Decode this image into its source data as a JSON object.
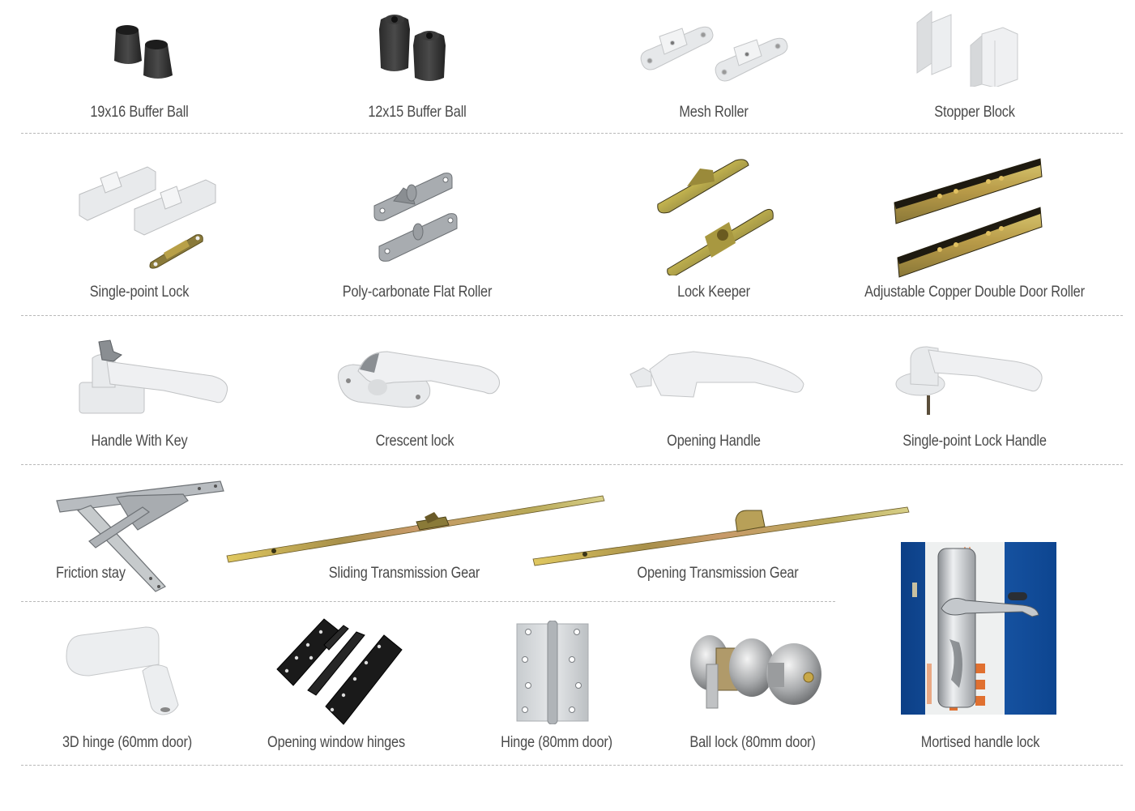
{
  "catalog": {
    "rows": [
      {
        "items": [
          {
            "label": "19x16 Buffer Ball",
            "icon": "buffer-ball-icon"
          },
          {
            "label": "12x15 Buffer Ball",
            "icon": "buffer-ball-icon"
          },
          {
            "label": "Mesh Roller",
            "icon": "mesh-roller-icon"
          },
          {
            "label": "Stopper Block",
            "icon": "stopper-block-icon"
          }
        ]
      },
      {
        "items": [
          {
            "label": "Single-point Lock",
            "icon": "single-point-lock-icon"
          },
          {
            "label": "Poly-carbonate Flat Roller",
            "icon": "flat-roller-icon"
          },
          {
            "label": "Lock Keeper",
            "icon": "lock-keeper-icon"
          },
          {
            "label": "Adjustable Copper Double Door Roller",
            "icon": "door-roller-icon"
          }
        ]
      },
      {
        "items": [
          {
            "label": "Handle With Key",
            "icon": "handle-with-key-icon"
          },
          {
            "label": "Crescent lock",
            "icon": "crescent-lock-icon"
          },
          {
            "label": "Opening Handle",
            "icon": "opening-handle-icon"
          },
          {
            "label": "Single-point Lock Handle",
            "icon": "lock-handle-icon"
          }
        ]
      },
      {
        "items": [
          {
            "label": "Friction stay",
            "icon": "friction-stay-icon"
          },
          {
            "label": "Sliding Transmission Gear",
            "icon": "transmission-gear-icon"
          },
          {
            "label": "Opening Transmission Gear",
            "icon": "transmission-gear-icon"
          }
        ]
      },
      {
        "items": [
          {
            "label": "3D hinge (60mm door)",
            "icon": "3d-hinge-icon"
          },
          {
            "label": "Opening window hinges",
            "icon": "window-hinge-icon"
          },
          {
            "label": "Hinge (80mm door)",
            "icon": "door-hinge-icon"
          },
          {
            "label": "Ball lock (80mm door)",
            "icon": "ball-lock-icon"
          },
          {
            "label": "Mortised handle lock",
            "icon": "mortise-lock-photo"
          }
        ]
      }
    ]
  },
  "colors": {
    "label_text": "#4a4a4a",
    "divider": "#b8b8b8",
    "photo_background": "#0f4a94"
  }
}
